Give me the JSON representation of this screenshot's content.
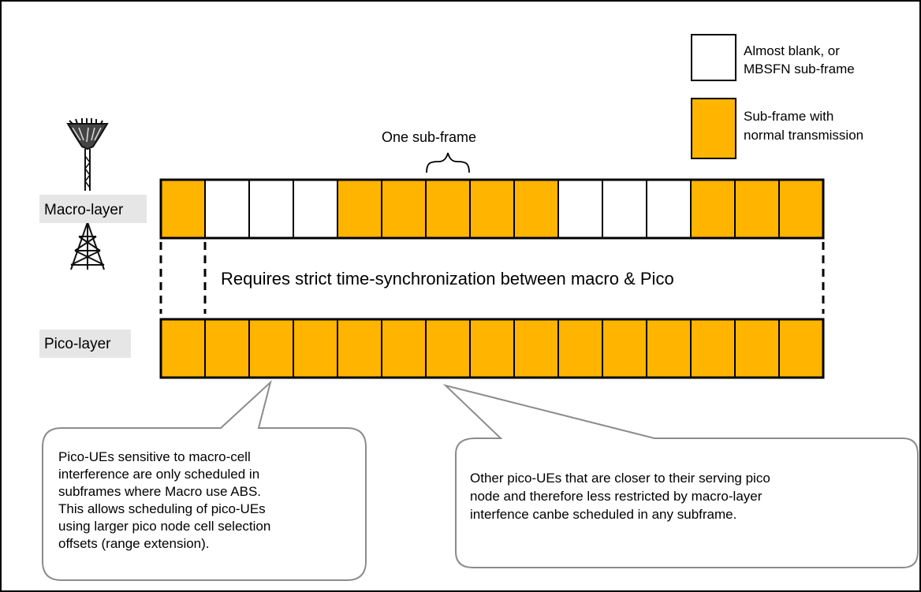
{
  "colors": {
    "normal_transmission": "#FFB400",
    "almost_blank": "#FFFFFF",
    "outline": "#000000",
    "label_background": "#E6E6E6",
    "callout_border": "#8C8C8C"
  },
  "legend": [
    {
      "kind": "almost_blank",
      "lines": [
        "Almost blank, or",
        "MBSFN sub-frame"
      ]
    },
    {
      "kind": "normal_transmission",
      "lines": [
        "Sub-frame with",
        "normal transmission"
      ]
    }
  ],
  "brace_label": "One sub-frame",
  "sync_note": "Requires strict time-synchronization between macro & Pico",
  "layers": [
    {
      "name": "macro",
      "label": "Macro-layer",
      "icon": "macro-tower-icon",
      "subframes": [
        "normal",
        "blank",
        "blank",
        "blank",
        "normal",
        "normal",
        "normal",
        "normal",
        "normal",
        "blank",
        "blank",
        "blank",
        "normal",
        "normal",
        "normal"
      ]
    },
    {
      "name": "pico",
      "label": "Pico-layer",
      "icon": null,
      "subframes": [
        "normal",
        "normal",
        "normal",
        "normal",
        "normal",
        "normal",
        "normal",
        "normal",
        "normal",
        "normal",
        "normal",
        "normal",
        "normal",
        "normal",
        "normal"
      ]
    }
  ],
  "callouts": [
    {
      "name": "left",
      "lines": [
        "Pico-UEs sensitive to macro-cell",
        "interference are only scheduled in",
        "subframes where Macro use ABS.",
        "This allows scheduling of pico-UEs",
        "using larger pico node cell selection",
        "offsets (range extension)."
      ]
    },
    {
      "name": "right",
      "lines": [
        "Other pico-UEs that are closer to their serving pico",
        "node and therefore less restricted by macro-layer",
        "interfence canbe scheduled in any subframe."
      ]
    }
  ]
}
